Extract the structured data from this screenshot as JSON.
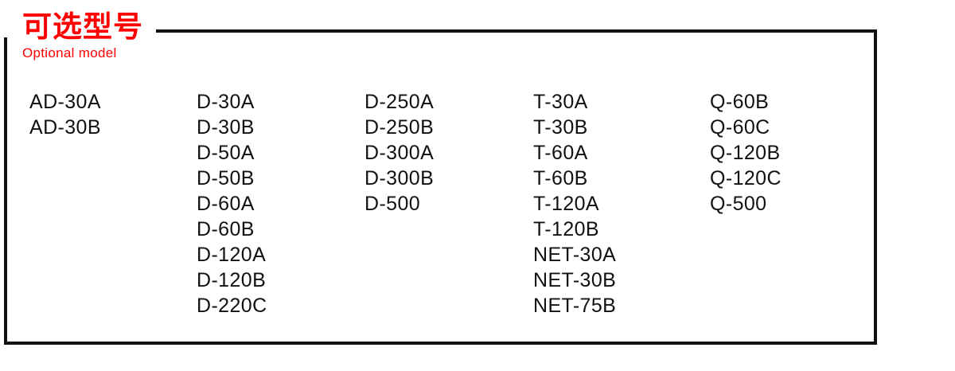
{
  "section": {
    "title_cn": "可选型号",
    "title_en": "Optional model",
    "title_color": "#ff0000",
    "border_color": "#111111",
    "text_color": "#111111",
    "background": "#ffffff"
  },
  "columns": [
    {
      "name": "column-ad",
      "items": [
        "AD-30A",
        "AD-30B"
      ]
    },
    {
      "name": "column-d-small",
      "items": [
        "D-30A",
        "D-30B",
        "D-50A",
        "D-50B",
        "D-60A",
        "D-60B",
        "D-120A",
        "D-120B",
        "D-220C"
      ]
    },
    {
      "name": "column-d-large",
      "items": [
        "D-250A",
        "D-250B",
        "D-300A",
        "D-300B",
        "D-500"
      ]
    },
    {
      "name": "column-t-net",
      "items": [
        "T-30A",
        "T-30B",
        "T-60A",
        "T-60B",
        "T-120A",
        "T-120B",
        "NET-30A",
        "NET-30B",
        "NET-75B"
      ]
    },
    {
      "name": "column-q",
      "items": [
        "Q-60B",
        "Q-60C",
        "Q-120B",
        "Q-120C",
        "Q-500"
      ]
    }
  ]
}
